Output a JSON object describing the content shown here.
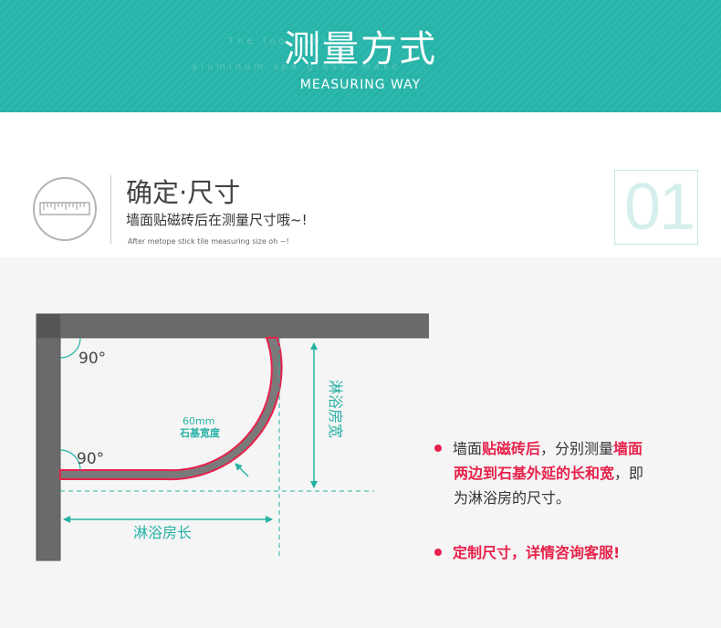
{
  "banner": {
    "title": "测量方式",
    "subtitle": "MEASURING WAY",
    "ghost_line1": "The foo                                  nable",
    "ghost_line2": "aluminum spa                             glass, make"
  },
  "section": {
    "title": "确定·尺寸",
    "subtitle": "墙面贴磁砖后在测量尺寸哦~!",
    "english": "After metope stick tile measuring size oh ~!",
    "number": "01",
    "icon": "ruler-icon"
  },
  "diagram": {
    "angle_top": "90°",
    "angle_bottom": "90°",
    "base_width_value": "60mm",
    "base_width_label": "石基宽度",
    "length_label": "淋浴房长",
    "width_label": "淋浴房宽",
    "colors": {
      "wall": "#6a6a6a",
      "base": "#7a7a7a",
      "base_outline": "#e7214a",
      "teal": "#27b1a6"
    }
  },
  "notes": {
    "line1_a": "墙面",
    "line1_b": "贴磁砖后",
    "line1_c": "，分别测量",
    "line1_d": "墙面",
    "line2_a": "两边到石基外延的长和宽",
    "line2_b": "，即",
    "line3": "为淋浴房的尺寸。",
    "cta": "定制尺寸，详情咨询客服!",
    "accent": "#e7214a"
  }
}
